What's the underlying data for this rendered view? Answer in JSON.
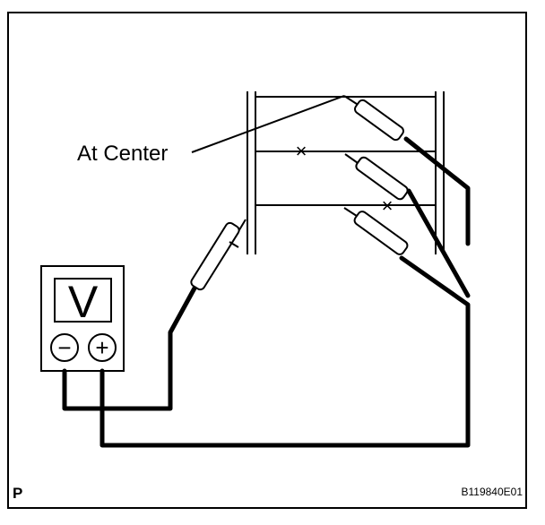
{
  "diagram": {
    "callout_label": "At Center",
    "corner_letter": "P",
    "figure_id": "B119840E01",
    "meter": {
      "display_letter": "V",
      "negative_terminal": "−",
      "positive_terminal": "+"
    },
    "break_marks": [
      "×",
      "×"
    ]
  }
}
